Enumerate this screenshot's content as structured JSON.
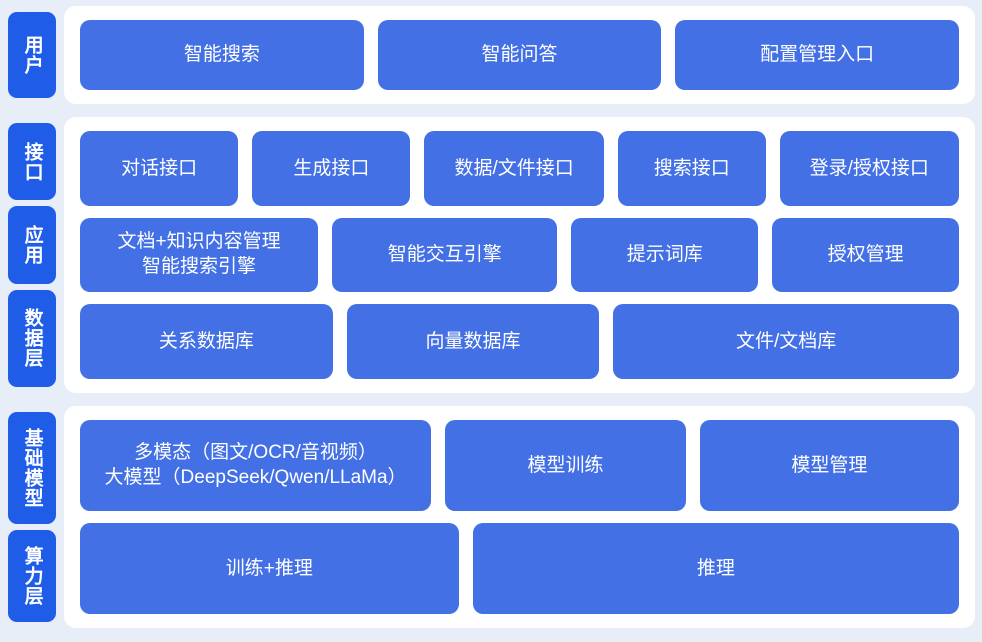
{
  "colors": {
    "page_background": "#e8eef7",
    "panel_background": "#ffffff",
    "layer_tab": "#1f5de9",
    "content_box": "#4370e4",
    "text_on_blue": "#ffffff"
  },
  "sections": [
    {
      "id": "users",
      "tabs": [
        {
          "label": "用户"
        }
      ],
      "rows": [
        {
          "boxes": [
            {
              "lines": [
                "智能搜索"
              ],
              "grow": "g1"
            },
            {
              "lines": [
                "智能问答"
              ],
              "grow": "g1"
            },
            {
              "lines": [
                "配置管理入口"
              ],
              "grow": "g1"
            }
          ]
        }
      ]
    },
    {
      "id": "core",
      "tabs": [
        {
          "label": "接口"
        },
        {
          "label": "应用"
        },
        {
          "label": "数据层"
        }
      ],
      "rows": [
        {
          "boxes": [
            {
              "lines": [
                "对话接口"
              ],
              "grow": "g13"
            },
            {
              "lines": [
                "生成接口"
              ],
              "grow": "g13"
            },
            {
              "lines": [
                "数据/文件接口"
              ],
              "grow": "g15"
            },
            {
              "lines": [
                "搜索接口"
              ],
              "grow": "g12"
            },
            {
              "lines": [
                "登录/授权接口"
              ],
              "grow": "g15"
            }
          ]
        },
        {
          "boxes": [
            {
              "lines": [
                "文档+知识内容管理",
                "智能搜索引擎"
              ],
              "grow": "g17"
            },
            {
              "lines": [
                "智能交互引擎"
              ],
              "grow": "g16"
            },
            {
              "lines": [
                "提示词库"
              ],
              "grow": "g13"
            },
            {
              "lines": [
                "授权管理"
              ],
              "grow": "g13"
            }
          ]
        },
        {
          "boxes": [
            {
              "lines": [
                "关系数据库"
              ],
              "grow": "g1"
            },
            {
              "lines": [
                "向量数据库"
              ],
              "grow": "g1"
            },
            {
              "lines": [
                "文件/文档库"
              ],
              "grow": "g14"
            }
          ]
        }
      ]
    },
    {
      "id": "infra",
      "tabs": [
        {
          "label": "基础模型"
        },
        {
          "label": "算力层"
        }
      ],
      "rows": [
        {
          "boxes": [
            {
              "lines": [
                "多模态（图文/OCR/音视频）",
                "大模型（DeepSeek/Qwen/LLaMa）"
              ],
              "grow": "g18"
            },
            {
              "lines": [
                "模型训练"
              ],
              "grow": "g12"
            },
            {
              "lines": [
                "模型管理"
              ],
              "grow": "g13"
            }
          ]
        },
        {
          "boxes": [
            {
              "lines": [
                "训练+推理"
              ],
              "grow": "g1"
            },
            {
              "lines": [
                "推理"
              ],
              "grow": "g13"
            }
          ]
        }
      ]
    }
  ]
}
